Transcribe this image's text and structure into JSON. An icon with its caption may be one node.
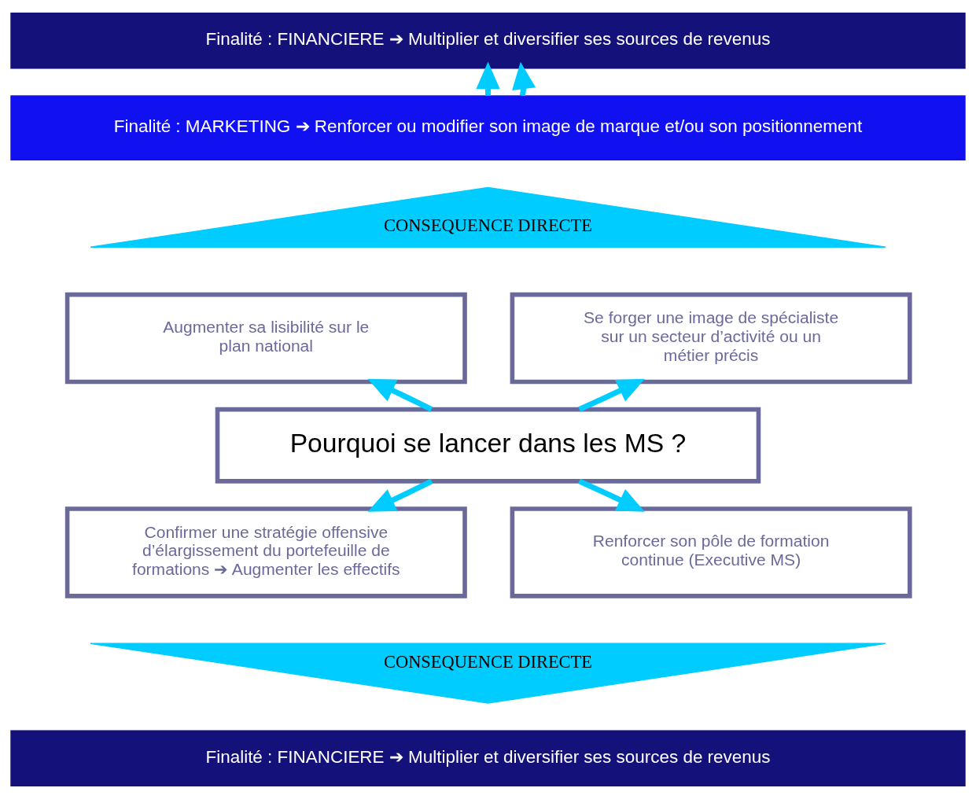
{
  "diagram": {
    "nodes": [
      {
        "text": [
          "Finalité : FINANCIERE ➔ Multiplier et diversifier ses sources de revenus"
        ]
      },
      {
        "text": [
          "Finalité : MARKETING ➔ Renforcer ou modifier son image de marque et/ou son positionnement"
        ]
      },
      {
        "text": [
          "CONSEQUENCE DIRECTE"
        ]
      },
      {
        "text": [
          "Augmenter sa lisibilité sur le plan national"
        ]
      },
      {
        "text": [
          "Se forger une image de spécialiste sur un secteur d’activité ou un métier précis"
        ]
      },
      {
        "text": [
          "Pourquoi se lancer dans les MS ?"
        ]
      },
      {
        "text": [
          "Confirmer une stratégie offensive d’élargissement du portefeuille de formations ➔ Augmenter les effectifs"
        ]
      },
      {
        "text": [
          "Renforcer son pôle de formation continue (Executive MS)"
        ]
      },
      {
        "text": [
          "CONSEQUENCE DIRECTE"
        ]
      },
      {
        "text": [
          "Finalité : FINANCIERE ➔ Multiplier et diversifier ses sources de revenus"
        ]
      }
    ],
    "edges": [
      {
        "from": 1,
        "to": 0,
        "arrow": "to"
      },
      {
        "from": 1,
        "to": 0,
        "arrow": "to"
      },
      {
        "from": 5,
        "to": 3,
        "arrow": "to"
      },
      {
        "from": 5,
        "to": 4,
        "arrow": "to"
      },
      {
        "from": 5,
        "to": 6,
        "arrow": "to"
      },
      {
        "from": 5,
        "to": 7,
        "arrow": "to"
      }
    ]
  }
}
